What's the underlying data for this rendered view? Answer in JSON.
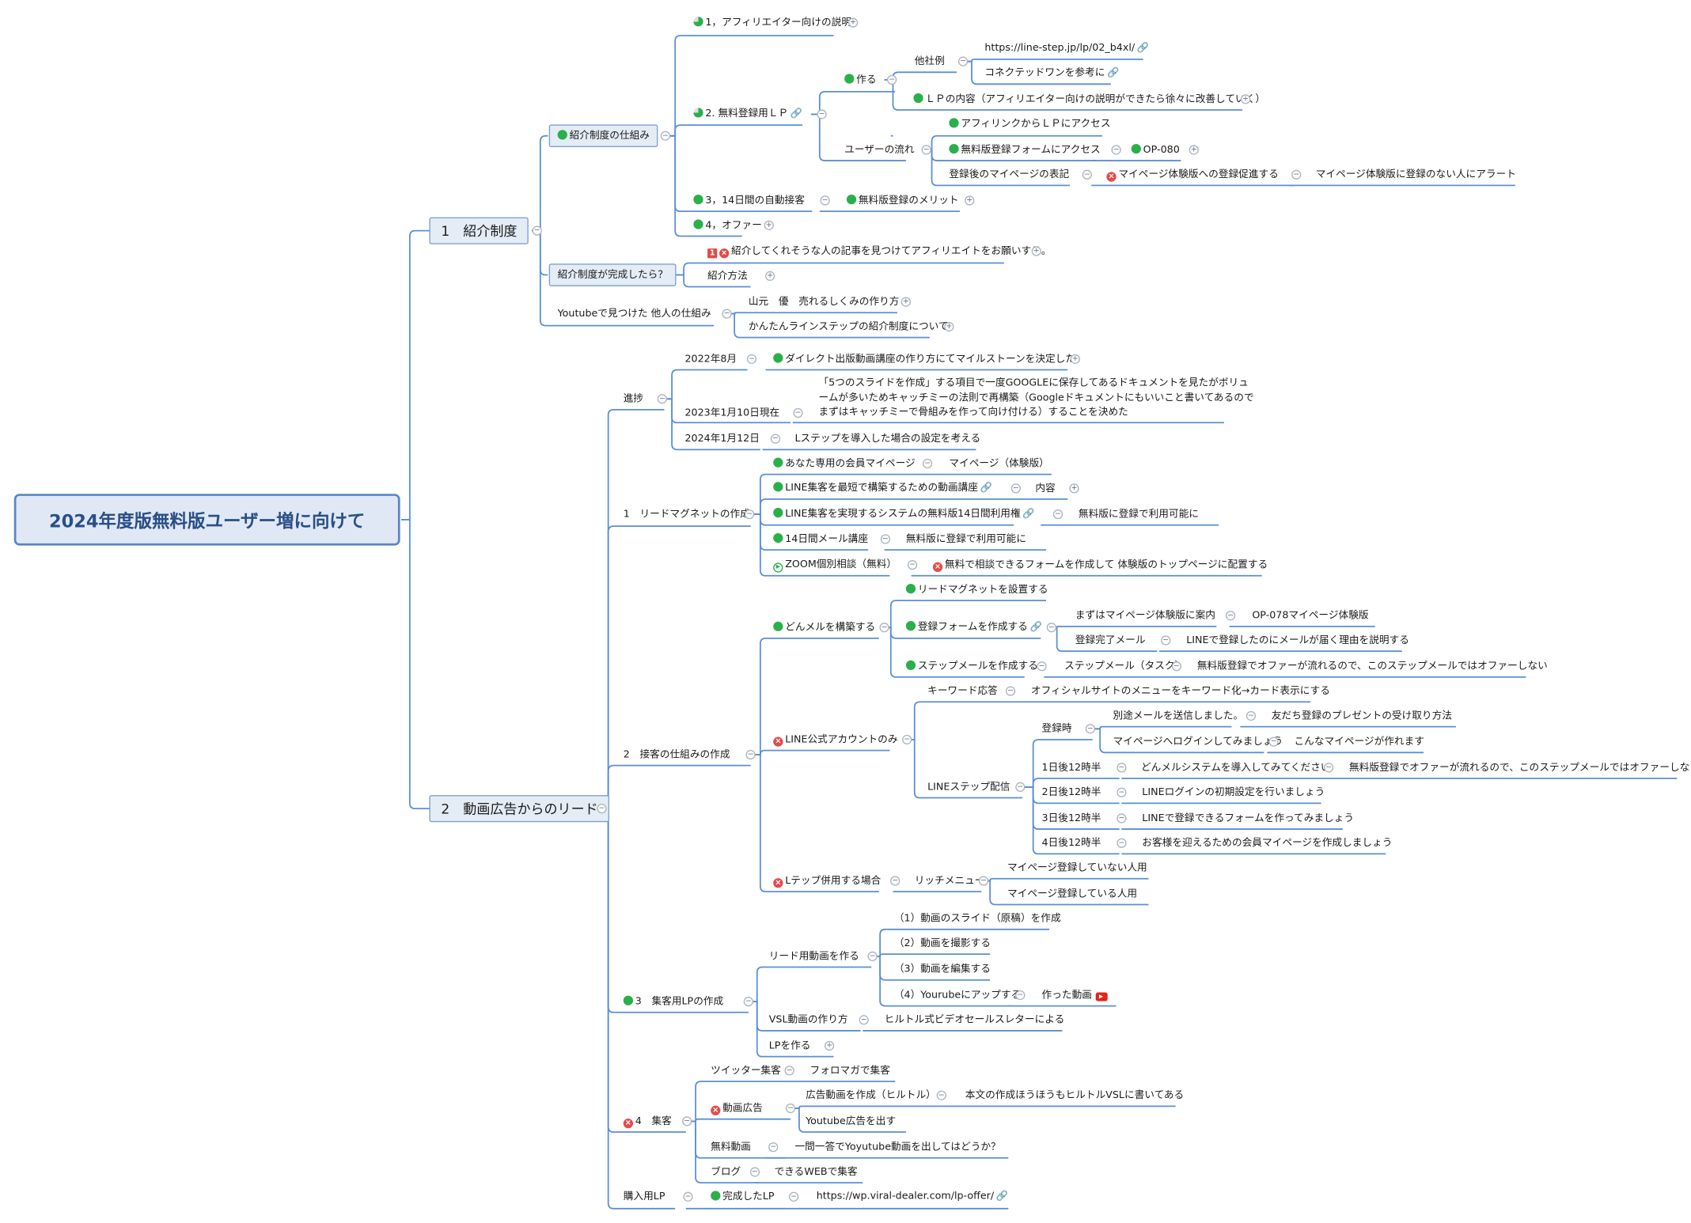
{
  "root": {
    "label": "2024年度版無料版ユーザー増に向けて"
  },
  "colors": {
    "line": "#5b8fd4",
    "box_border": "#7fa0cf",
    "box_fill": "#e4ecf6",
    "done": "#2ab04a",
    "blocked": "#e24c4c"
  },
  "b1": {
    "label": "1　紹介制度",
    "s1": {
      "label": "紹介制度の仕組み",
      "t1": "1，アフィリエイター向けの説明",
      "t2": {
        "label": "2. 無料登録用ＬＰ",
        "make": {
          "label": "作る",
          "others": {
            "label": "他社例",
            "url": "https://line-step.jp/lp/02_b4xl/",
            "ref": "コネクテッドワンを参考に"
          },
          "lp": "ＬＰの内容（アフィリエイター向けの説明ができたら徐々に改善していく）"
        },
        "flow": {
          "label": "ユーザーの流れ",
          "f1": "アフィリンクからＬＰにアクセス",
          "f2": "無料版登録フォームにアクセス",
          "f2b": "OP-080",
          "f3": "登録後のマイページの表記",
          "f3b": "マイページ体験版への登録促進する",
          "f3c": "マイページ体験版に登録のない人にアラート"
        }
      },
      "t3": "3，14日間の自動接客",
      "t3b": "無料版登録のメリット",
      "t4": "4，オファー"
    },
    "s2": {
      "label": "紹介制度が完成したら？",
      "a": "紹介してくれそうな人の記事を見つけてアフィリエイトをお願いする。",
      "a_priority": "1",
      "b": "紹介方法"
    },
    "s3": {
      "label": "Youtubeで見つけた 他人の仕組み",
      "a": "山元　優　売れるしくみの作り方",
      "b": "かんたんラインステップの紹介制度について"
    }
  },
  "b2": {
    "label": "2　動画広告からのリード",
    "progress": {
      "label": "進捗",
      "p1d": "2022年8月",
      "p1": "ダイレクト出版動画講座の作り方にてマイルストーンを決定した",
      "p2d": "2023年1月10日現在",
      "p2": [
        "「5つのスライドを作成」する項目で一度GOOGLEに保存してあるドキュメントを見たがボリュ",
        "ームが多いためキャッチミーの法則で再構築（Googleドキュメントにもいいこと書いてあるので",
        "まずはキャッチミーで骨組みを作って向け付ける）することを決めた"
      ],
      "p3d": "2024年1月12日",
      "p3": "Lステップを導入した場合の設定を考える"
    },
    "lead": {
      "label": "1　リードマグネットの作成",
      "m1": "あなた専用の会員マイページ",
      "m1b": "マイページ（体験版）",
      "m2": "LINE集客を最短で構築するための動画講座",
      "m2b": "内容",
      "m3": "LINE集客を実現するシステムの無料版14日間利用権",
      "m3b": "無料版に登録で利用可能に",
      "m4": "14日間メール講座",
      "m4b": "無料版に登録で利用可能に",
      "m5": "ZOOM個別相談（無料）",
      "m5b": "無料で相談できるフォームを作成して 体験版のトップページに配置する"
    },
    "serve": {
      "label": "2　接客の仕組みの作成",
      "don": {
        "label": "どんメルを構築する",
        "d1": "リードマグネットを設置する",
        "d2": "登録フォームを作成する",
        "d2a": "まずはマイページ体験版に案内",
        "d2a2": "OP-078マイページ体験版",
        "d2b": "登録完了メール",
        "d2b2": "LINEで登録したのにメールが届く理由を説明する",
        "d3": "ステップメールを作成する",
        "d3a": "ステップメール（タスク）",
        "d3b": "無料版登録でオファーが流れるので、このステップメールではオファーしない"
      },
      "line": {
        "label": "LINE公式アカウントのみ",
        "kw": "キーワード応答",
        "kwb": "オフィシャルサイトのメニューをキーワード化→カード表示にする",
        "step": "LINEステップ配信",
        "reg": "登録時",
        "r1": "別途メールを送信しました。",
        "r1b": "友だち登録のプレゼントの受け取り方法",
        "r2": "マイページへログインしてみましょう",
        "r2b": "こんなマイページが作れます",
        "a1": "1日後12時半",
        "a1b": "どんメルシステムを導入してみてください",
        "a1c": "無料版登録でオファーが流れるので、このステップメールではオファーしない",
        "a2": "2日後12時半",
        "a2b": "LINEログインの初期設定を行いましょう",
        "a3": "3日後12時半",
        "a3b": "LINEで登録できるフォームを作ってみましょう",
        "a4": "4日後12時半",
        "a4b": "お客様を迎えるための会員マイページを作成しましょう"
      },
      "lst": {
        "label": "Lテップ併用する場合",
        "menu": "リッチメニュー",
        "n1": "マイページ登録していない人用",
        "n2": "マイページ登録している人用"
      }
    },
    "lp": {
      "label": "3　集客用LPの作成",
      "video": "リード用動画を作る",
      "v1": "（1）動画のスライド（原稿）を作成",
      "v2": "（2）動画を撮影する",
      "v3": "（3）動画を編集する",
      "v4": "（4）Yourubeにアップする",
      "v4b": "作った動画",
      "vsl": "VSL動画の作り方",
      "vslb": "ヒルトル式ビデオセールスレターによる",
      "make": "LPを作る"
    },
    "attract": {
      "label": "4　集客",
      "tw": "ツイッター集客",
      "twb": "フォロマガで集客",
      "ad": "動画広告",
      "ad1": "広告動画を作成（ヒルトル）",
      "ad1b": "本文の作成ほうほうもヒルトルVSLに書いてある",
      "ad2": "Youtube広告を出す",
      "free": "無料動画",
      "freeb": "一問一答でYoyutube動画を出してはどうか？",
      "blog": "ブログ",
      "blogb": "できるWEBで集客"
    },
    "buy": {
      "label": "購入用LP",
      "done": "完成したLP",
      "url": "https://wp.viral-dealer.com/lp-offer/"
    }
  }
}
